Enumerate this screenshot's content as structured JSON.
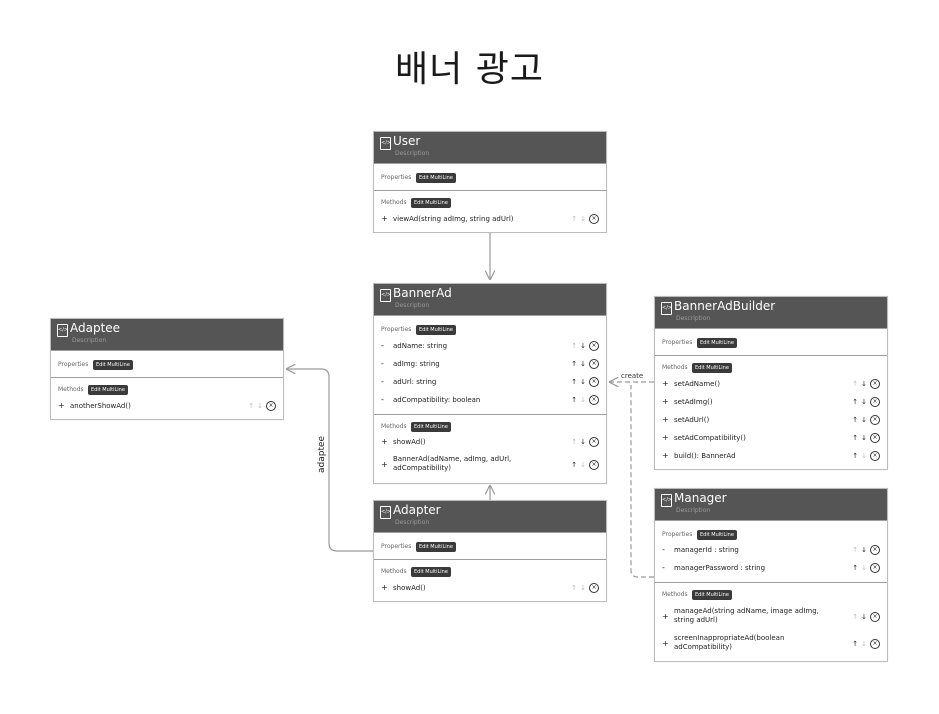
{
  "title": "배너 광고",
  "classes": {
    "user": {
      "name": "User",
      "description": "Description",
      "properties_label": "Properties",
      "edit_label": "Edit MultiLine",
      "methods_label": "Methods",
      "methods": [
        {
          "vis": "+",
          "text": "viewAd(string adImg, string adUrl)"
        }
      ]
    },
    "bannerad": {
      "name": "BannerAd",
      "description": "Description",
      "properties_label": "Properties",
      "edit_label": "Edit MultiLine",
      "properties": [
        {
          "vis": "-",
          "text": "adName: string"
        },
        {
          "vis": "-",
          "text": "adImg: string"
        },
        {
          "vis": "-",
          "text": "adUrl: string"
        },
        {
          "vis": "-",
          "text": "adCompatibility: boolean"
        }
      ],
      "methods_label": "Methods",
      "methods": [
        {
          "vis": "+",
          "text": "showAd()"
        },
        {
          "vis": "+",
          "text": "BannerAd(adName, adImg, adUrl, adCompatibility)"
        }
      ]
    },
    "adaptee": {
      "name": "Adaptee",
      "description": "Description",
      "properties_label": "Properties",
      "edit_label": "Edit MultiLine",
      "methods_label": "Methods",
      "methods": [
        {
          "vis": "+",
          "text": "anotherShowAd()"
        }
      ]
    },
    "adapter": {
      "name": "Adapter",
      "description": "Description",
      "properties_label": "Properties",
      "edit_label": "Edit MultiLine",
      "methods_label": "Methods",
      "methods": [
        {
          "vis": "+",
          "text": "showAd()"
        }
      ]
    },
    "builder": {
      "name": "BannerAdBuilder",
      "description": "Description",
      "properties_label": "Properties",
      "edit_label": "Edit MultiLine",
      "methods_label": "Methods",
      "methods": [
        {
          "vis": "+",
          "text": "setAdName()"
        },
        {
          "vis": "+",
          "text": "setAdImg()"
        },
        {
          "vis": "+",
          "text": "setAdUrl()"
        },
        {
          "vis": "+",
          "text": "setAdCompatibility()"
        },
        {
          "vis": "+",
          "text": "build(): BannerAd"
        }
      ]
    },
    "manager": {
      "name": "Manager",
      "description": "Description",
      "properties_label": "Properties",
      "edit_label": "Edit MultiLine",
      "properties": [
        {
          "vis": "-",
          "text": "managerId : string"
        },
        {
          "vis": "-",
          "text": "managerPassword : string"
        }
      ],
      "methods_label": "Methods",
      "methods": [
        {
          "vis": "+",
          "text": "manageAd(string adName, image adImg, string adUrl)"
        },
        {
          "vis": "+",
          "text": "screenInappropriateAd(boolean adCompatibility)"
        }
      ]
    }
  },
  "edges": {
    "create_label": "create",
    "adaptee_label": "adaptee"
  },
  "controls": {
    "up": "↑",
    "down": "↓",
    "remove": "×"
  },
  "colors": {
    "header": "#555555",
    "tag": "#3a3a3a",
    "line": "#9e9e9e"
  }
}
